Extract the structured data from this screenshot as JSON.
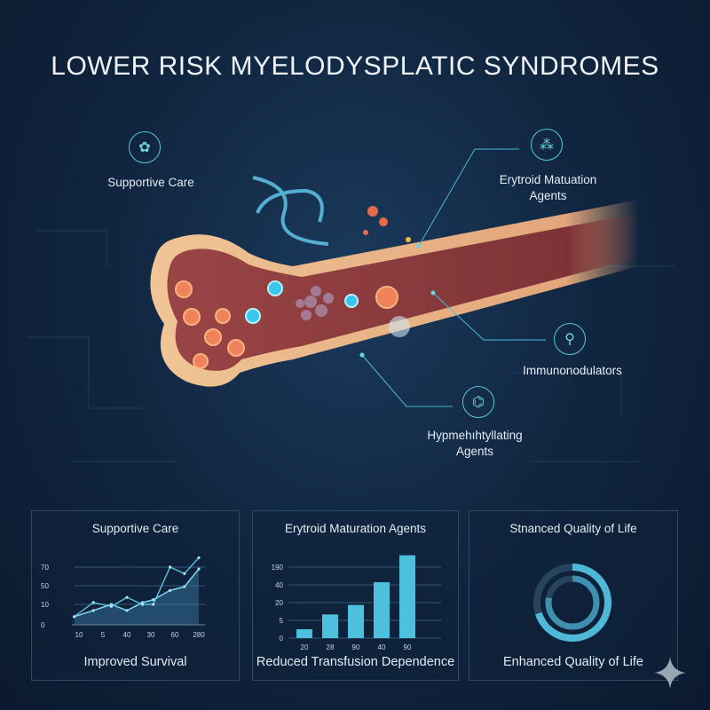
{
  "title": "LOWER RISK MYELODYSPLATIC SYNDROMES",
  "callouts": [
    {
      "label": "Supportive Care",
      "icon": "cells-icon"
    },
    {
      "label": "Erytroid Matuation Agents",
      "icon": "molecules-icon"
    },
    {
      "label": "Immunonodulators",
      "icon": "flask-icon"
    },
    {
      "label": "Hypmehıhtyllating Agents",
      "icon": "network-icon"
    }
  ],
  "colors": {
    "accent": "#5cc6d8",
    "background": "#10253f",
    "bone": "#e9b98a",
    "marrow": "#8a3a3a"
  },
  "chart_data": [
    {
      "type": "line",
      "title": "Supportive Care",
      "xlabel": "Improved Survival",
      "x_ticks": [
        "10",
        "5",
        "40",
        "30",
        "60",
        "280"
      ],
      "y_ticks": [
        "0",
        "10",
        "50",
        "70"
      ],
      "grid": true,
      "series": [
        {
          "name": "upper",
          "x": [
            -0.2,
            0.6,
            1.35,
            2.0,
            2.65,
            3.1,
            3.8,
            4.4,
            5.0
          ],
          "values": [
            4,
            14,
            9,
            25,
            10,
            10,
            70,
            63,
            80
          ]
        },
        {
          "name": "lower",
          "x": [
            -0.2,
            0.6,
            1.35,
            2.0,
            2.65,
            3.1,
            3.8,
            4.4,
            5.0
          ],
          "values": [
            4,
            7,
            10,
            7,
            14,
            20,
            40,
            48,
            68
          ]
        }
      ]
    },
    {
      "type": "bar",
      "title": "Erytroid Maturation Agents",
      "xlabel": "Reduced Transfusion Dependence",
      "categories": [
        "20",
        "28",
        "90",
        "40",
        "90"
      ],
      "y_ticks": [
        "0",
        "5",
        "20",
        "40",
        "190"
      ],
      "values": [
        2.5,
        10,
        18,
        62,
        290
      ],
      "grid": true
    },
    {
      "type": "pie",
      "title": "Stnanced Quality of Life",
      "xlabel": "Enhanced Quality of Life",
      "rings": [
        {
          "name": "outer",
          "value": 0.7
        },
        {
          "name": "inner",
          "value": 0.78
        }
      ]
    }
  ]
}
